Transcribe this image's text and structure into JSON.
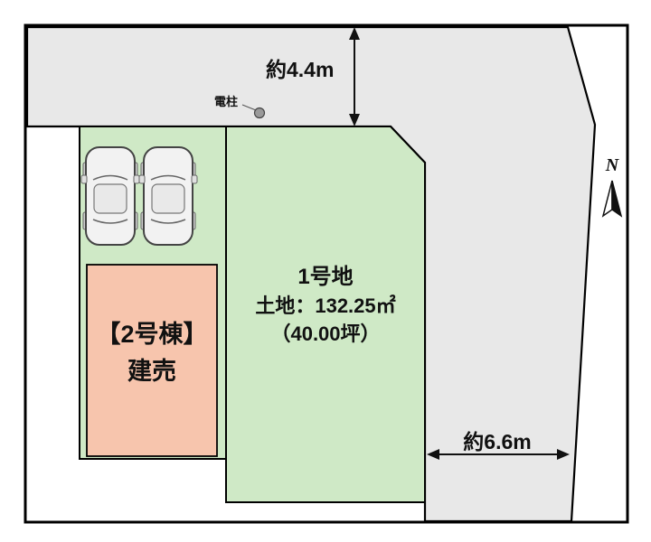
{
  "colors": {
    "road": "#e8e8e8",
    "parcel_green": "#cfe9c6",
    "building_pink": "#f7c5ad",
    "line": "#111111",
    "pole_dot": "#9a9a9a"
  },
  "dimensions": {
    "road_top_width": "約4.4m",
    "road_right_width": "約6.6m"
  },
  "landmarks": {
    "utility_pole_label": "電柱",
    "north_label": "N"
  },
  "parcels": {
    "parcel1": {
      "name": "1号地",
      "land_area": "土地：132.25㎡",
      "land_area_tsubo": "（40.00坪）"
    },
    "building2": {
      "title": "【2号棟】",
      "subtitle": "建売"
    }
  }
}
